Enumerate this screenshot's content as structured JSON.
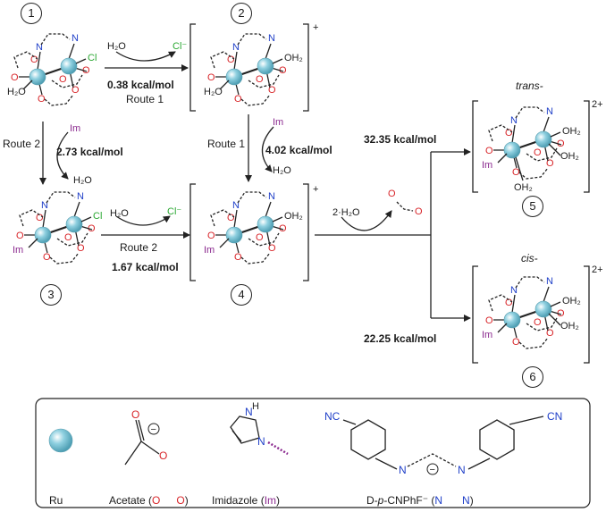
{
  "colors": {
    "ru": "#8fd0e0",
    "oxygen": "#d8262a",
    "nitrogen": "#1f3fc8",
    "chloride": "#2aa832",
    "imidazole": "#8b2a8f"
  },
  "compounds": {
    "c1": {
      "number": "1"
    },
    "c2": {
      "number": "2",
      "charge": "+"
    },
    "c3": {
      "number": "3"
    },
    "c4": {
      "number": "4",
      "charge": "+"
    },
    "c5": {
      "number": "5",
      "charge": "2+",
      "isomer": "trans-"
    },
    "c6": {
      "number": "6",
      "charge": "2+",
      "isomer": "cis-"
    }
  },
  "atoms": {
    "N": "N",
    "O": "O",
    "Cl": "Cl",
    "Im": "Im",
    "H2O": "H₂O",
    "OH2": "OH₂",
    "Cl_ion": "Cl⁻"
  },
  "steps": {
    "s12": {
      "reagent": "H₂O",
      "leaving": "Cl⁻",
      "energy": "0.38 kcal/mol",
      "route": "Route 1"
    },
    "s13": {
      "route": "Route 2",
      "reagent": "Im",
      "energy": "2.73 kcal/mol",
      "leaving": "H₂O"
    },
    "s24": {
      "route": "Route 1",
      "reagent": "Im",
      "energy": "4.02 kcal/mol",
      "leaving": "H₂O"
    },
    "s34": {
      "reagent": "H₂O",
      "leaving": "Cl⁻",
      "route": "Route 2",
      "energy": "1.67 kcal/mol"
    },
    "s4x": {
      "reagent": "2·H₂O"
    },
    "s45": {
      "energy": "32.35 kcal/mol"
    },
    "s46": {
      "energy": "22.25 kcal/mol"
    }
  },
  "legend": {
    "ru_label": "Ru",
    "acetate_label_pre": "Acetate (",
    "acetate_label_post": ")",
    "imidazole_label_pre": "Imidazole (",
    "imidazole_label_im": "Im",
    "imidazole_label_post": ")",
    "ligand_label_pre": "D-",
    "ligand_label_p": "p",
    "ligand_label_post": "-CNPhF⁻ (",
    "ligand_label_end": ")",
    "nh": "H",
    "nc": "NC",
    "cn": "CN"
  }
}
